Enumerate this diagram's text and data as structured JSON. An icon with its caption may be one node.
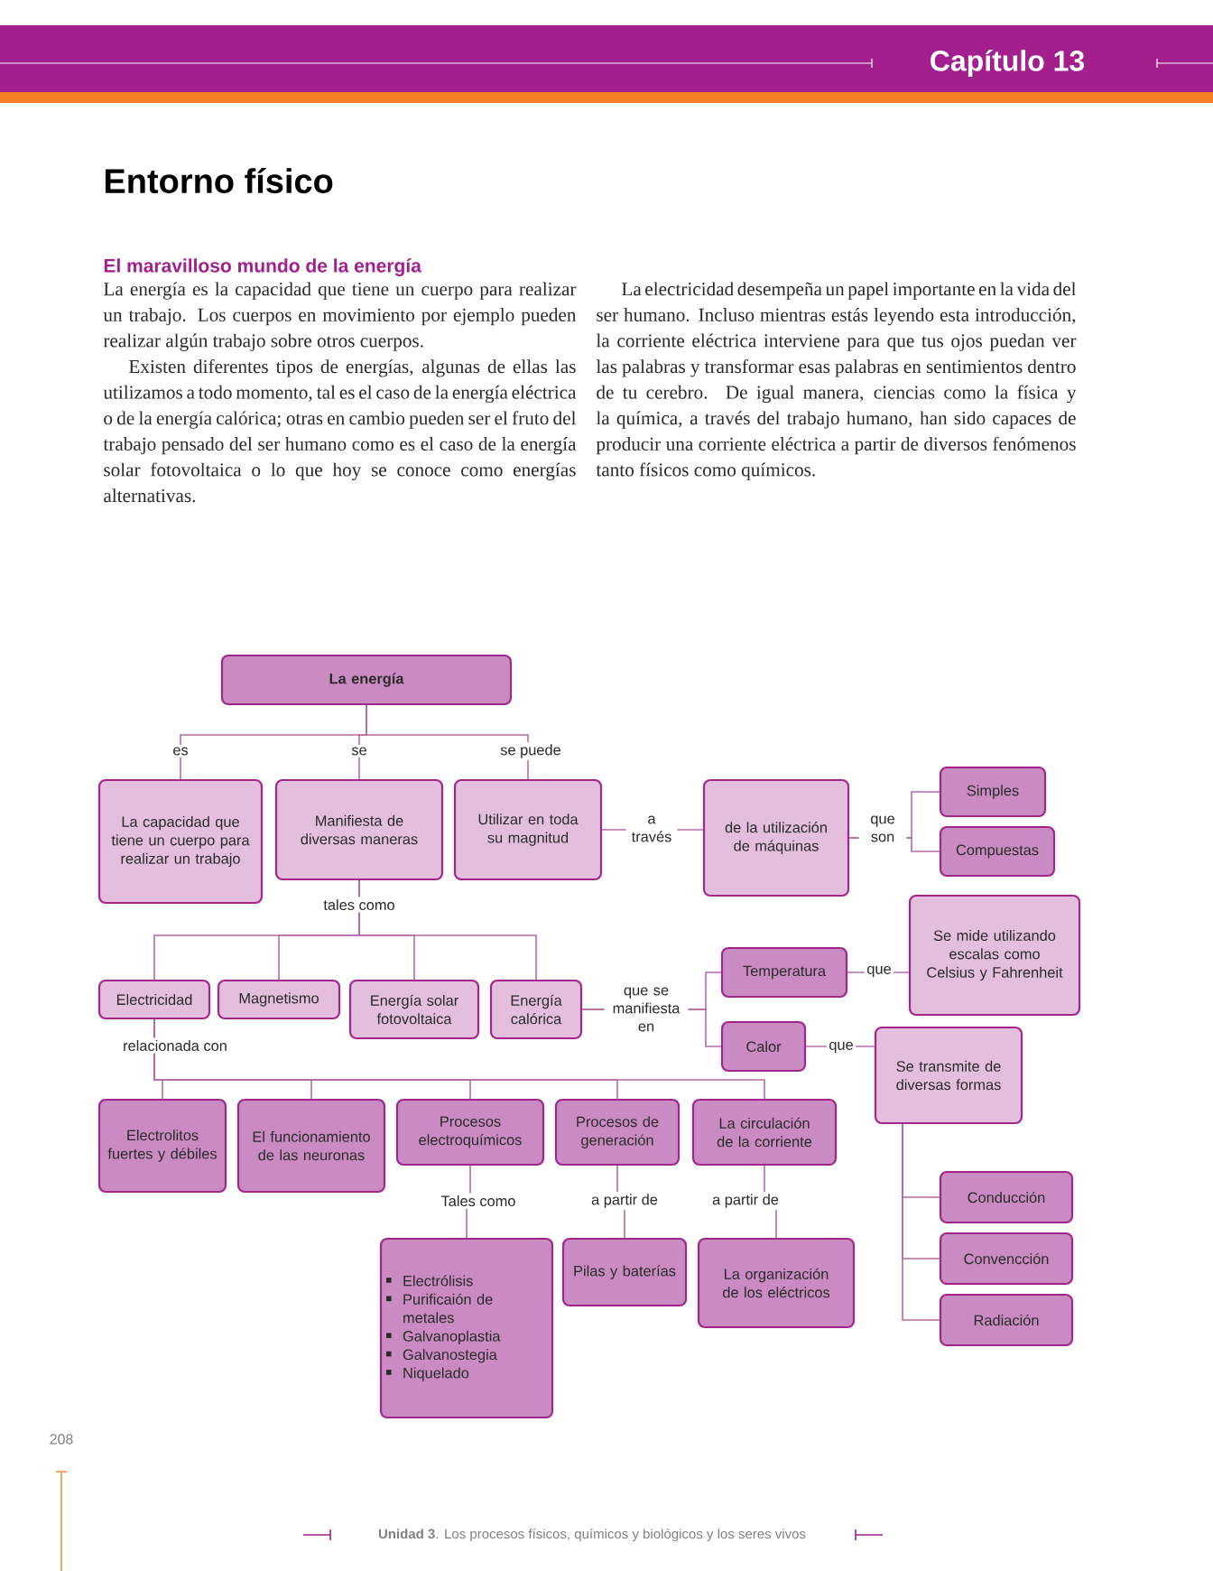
{
  "diagram": {
    "title": "Entorno físico",
    "nodes": [
      {
        "text": [
          "La energía"
        ]
      },
      {
        "text": [
          "La capacidad que tiene un cuerpo para realizar un trabajo"
        ]
      },
      {
        "text": [
          "Manifiesta de diversas maneras"
        ]
      },
      {
        "text": [
          "Utilizar en toda su magnitud"
        ]
      },
      {
        "text": [
          "de la utilización de máquinas"
        ]
      },
      {
        "text": [
          "Simples"
        ]
      },
      {
        "text": [
          "Compuestas"
        ]
      },
      {
        "text": [
          "Electricidad"
        ]
      },
      {
        "text": [
          "Magnetismo"
        ]
      },
      {
        "text": [
          "Energía solar fotovoltaica"
        ]
      },
      {
        "text": [
          "Energía calórica"
        ]
      },
      {
        "text": [
          "Temperatura"
        ]
      },
      {
        "text": [
          "Calor"
        ]
      },
      {
        "text": [
          "Se mide utilizando escalas como Celsius y Fahrenheit"
        ]
      },
      {
        "text": [
          "Se transmite de diversas formas"
        ]
      },
      {
        "text": [
          "Electrolitos fuertes y débiles"
        ]
      },
      {
        "text": [
          "El funcionamiento de las neuronas"
        ]
      },
      {
        "text": [
          "Procesos electroquímicos"
        ]
      },
      {
        "text": [
          "Procesos de generación"
        ]
      },
      {
        "text": [
          "La circulación de la corriente"
        ]
      },
      {
        "text": [
          "Electrólisis",
          "Purificaión de metales",
          "Galvanoplastia",
          "Galvanostegia",
          "Niquelado"
        ]
      },
      {
        "text": [
          "Pilas y baterías"
        ]
      },
      {
        "text": [
          "La organización de los eléctricos"
        ]
      },
      {
        "text": [
          "Conducción"
        ]
      },
      {
        "text": [
          "Convencción"
        ]
      },
      {
        "text": [
          "Radiación"
        ]
      }
    ],
    "edges": [
      {
        "from": 0,
        "to": 1,
        "arrow": "none",
        "label": "es"
      },
      {
        "from": 0,
        "to": 2,
        "arrow": "none",
        "label": "se"
      },
      {
        "from": 0,
        "to": 3,
        "arrow": "none",
        "label": "se puede"
      },
      {
        "from": 3,
        "to": 4,
        "arrow": "none",
        "label": "a través"
      },
      {
        "from": 4,
        "to": 5,
        "arrow": "none",
        "label": "que son"
      },
      {
        "from": 4,
        "to": 6,
        "arrow": "none"
      },
      {
        "from": 2,
        "to": 7,
        "arrow": "none",
        "label": "tales como"
      },
      {
        "from": 2,
        "to": 8,
        "arrow": "none"
      },
      {
        "from": 2,
        "to": 9,
        "arrow": "none"
      },
      {
        "from": 2,
        "to": 10,
        "arrow": "none"
      },
      {
        "from": 10,
        "to": 11,
        "arrow": "none",
        "label": "que se manifiesta en"
      },
      {
        "from": 10,
        "to": 12,
        "arrow": "none"
      },
      {
        "from": 11,
        "to": 13,
        "arrow": "none",
        "label": "que"
      },
      {
        "from": 12,
        "to": 14,
        "arrow": "none",
        "label": "que"
      },
      {
        "from": 7,
        "to": 15,
        "arrow": "none",
        "label": "relacionada con"
      },
      {
        "from": 7,
        "to": 16,
        "arrow": "none"
      },
      {
        "from": 7,
        "to": 17,
        "arrow": "none"
      },
      {
        "from": 7,
        "to": 18,
        "arrow": "none"
      },
      {
        "from": 7,
        "to": 19,
        "arrow": "none"
      },
      {
        "from": 17,
        "to": 20,
        "arrow": "none",
        "label": "Tales como"
      },
      {
        "from": 18,
        "to": 21,
        "arrow": "none",
        "label": "a partir de"
      },
      {
        "from": 19,
        "to": 22,
        "arrow": "none",
        "label": "a partir de"
      },
      {
        "from": 14,
        "to": 23,
        "arrow": "none"
      },
      {
        "from": 14,
        "to": 24,
        "arrow": "none"
      },
      {
        "from": 14,
        "to": 25,
        "arrow": "none"
      }
    ],
    "labels": [
      "Capítulo 13",
      "El maravilloso mundo de la energía",
      "La energía es la capacidad que tiene un cuerpo para realizar un trabajo. Los cuerpos en movimiento por ejemplo pueden realizar algún trabajo sobre otros cuerpos.",
      "Existen diferentes tipos de energías, algunas de ellas las utilizamos a todo momento, tal es el caso de la energía eléctrica o de la energía calórica; otras en cambio pueden ser el fruto del trabajo pensado del ser humano como es el caso de la energía solar fotovoltaica o lo que hoy se conoce como energías alternativas.",
      "La electricidad desempeña un papel importante en la vida del ser humano. Incluso mientras estás leyendo esta introducción, la corriente eléctrica interviene para que tus ojos puedan ver las palabras y transformar esas palabras en sentimientos dentro de tu cerebro. De igual manera, ciencias como la física y la química, a través del trabajo humano, han sido capaces de producir una corriente eléctrica a partir de diversos fenómenos tanto físicos como químicos.",
      "208",
      "**Unidad 3**. Los procesos físicos, químicos y biológicos y los seres vivos"
    ]
  }
}
